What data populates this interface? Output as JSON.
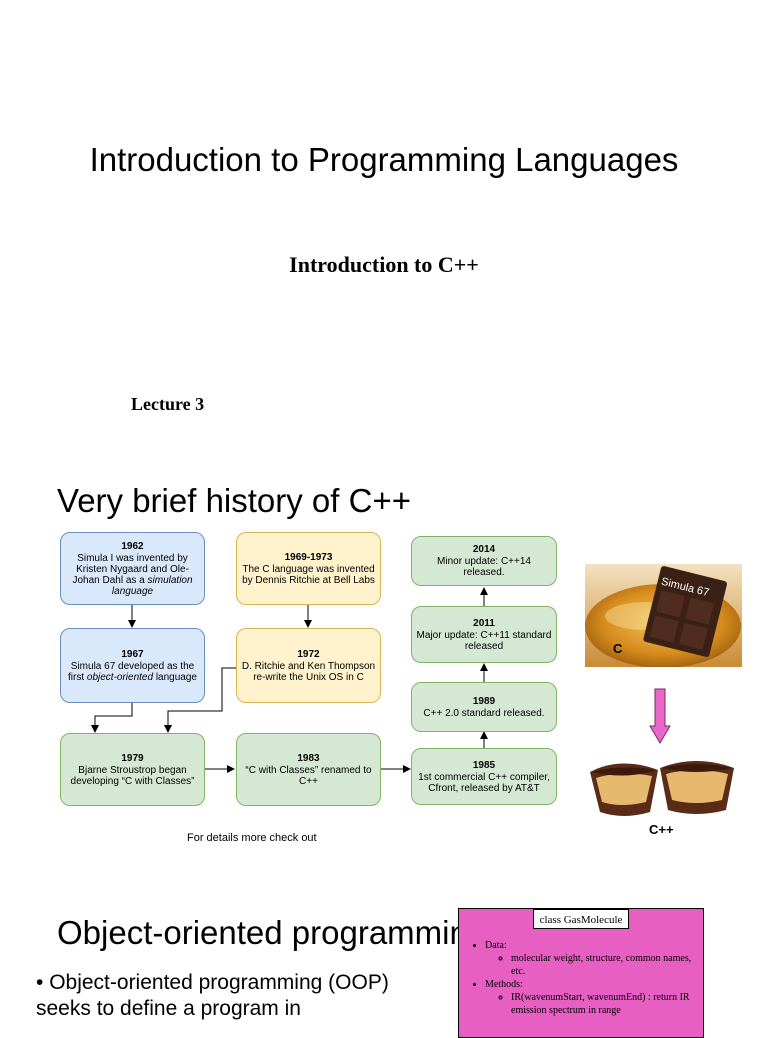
{
  "slide1": {
    "title": "Introduction to Programming Languages",
    "subtitle": "Introduction to C++",
    "lecture": "Lecture 3"
  },
  "slide2": {
    "heading": "Very brief history of C++",
    "boxes": [
      {
        "year": "1962",
        "text_a": "Simula I was invented by Kristen Nygaard and Ole-Johan Dahl as a ",
        "text_em": "simulation language",
        "text_b": ""
      },
      {
        "year": "1967",
        "text_a": "Simula 67 developed as the first ",
        "text_em": "object-oriented",
        "text_b": " language"
      },
      {
        "year": "1969-1973",
        "text": "The C language was invented by Dennis Ritchie at Bell Labs"
      },
      {
        "year": "1972",
        "text": "D. Ritchie and Ken Thompson re-write the Unix OS in C"
      },
      {
        "year": "1979",
        "text": "Bjarne Stroustrop began developing “C with Classes”"
      },
      {
        "year": "1983",
        "text": "“C with Classes” renamed to C++"
      },
      {
        "year": "1985",
        "text": "1st commercial C++ compiler, Cfront, released by AT&T"
      },
      {
        "year": "1989",
        "text": "C++ 2.0 standard released."
      },
      {
        "year": "2011",
        "text": "Major update: C++11 standard released"
      },
      {
        "year": "2014",
        "text": "Minor update: C++14 released."
      }
    ],
    "details": "For details more check out",
    "image_top": {
      "caption": "C",
      "box_label": "Simula 67"
    },
    "image_bottom_caption": "C++",
    "colors": {
      "blue_fill": "#dae8fc",
      "yellow_fill": "#fff2cc",
      "green_fill": "#d5e8d4",
      "arrow_pink": "#e867c8"
    }
  },
  "slide3": {
    "heading": "Object-oriented programming",
    "bullet": "Object-oriented programming (OOP) seeks to define a program in",
    "uml": {
      "class_name": "class GasMolecule",
      "data_label": "Data:",
      "data_items": [
        "molecular weight, structure, common names, etc."
      ],
      "methods_label": "Methods:",
      "method_items": [
        "IR(wavenumStart, wavenumEnd) : return IR emission spectrum in range"
      ]
    }
  }
}
